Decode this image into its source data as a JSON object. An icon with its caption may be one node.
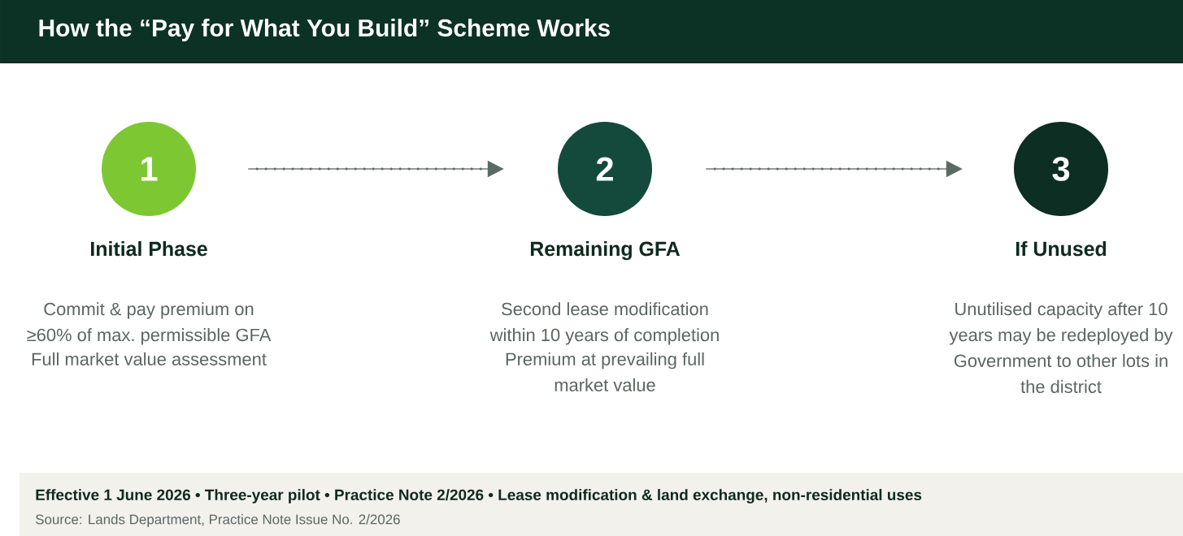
{
  "diagram": {
    "title": "How the “Pay for What You Build” Scheme Works",
    "nodes": [
      {
        "text": [
          "1"
        ],
        "beside": [
          "Initial Phase",
          "Commit & pay premium on ≥60% of max. permissible GFA",
          "Full market value assessment"
        ]
      },
      {
        "text": [
          "2"
        ],
        "beside": [
          "Remaining GFA",
          "Second lease modification within 10 years of completion",
          "Premium at prevailing full market value"
        ]
      },
      {
        "text": [
          "3"
        ],
        "beside": [
          "If Unused",
          "Unutilised capacity after 10 years may be redeployed by Government to other lots in the district"
        ]
      }
    ],
    "edges": [
      {
        "from": 0,
        "to": 1,
        "arrow": "to"
      },
      {
        "from": 1,
        "to": 2,
        "arrow": "to"
      }
    ],
    "labels": [
      "Effective 1 June 2026 • Three-year pilot • Practice Note 2/2026 • Lease modification & land exchange, non-residential uses",
      "Source: Lands Department, Practice Note Issue No. 2/2026"
    ]
  }
}
